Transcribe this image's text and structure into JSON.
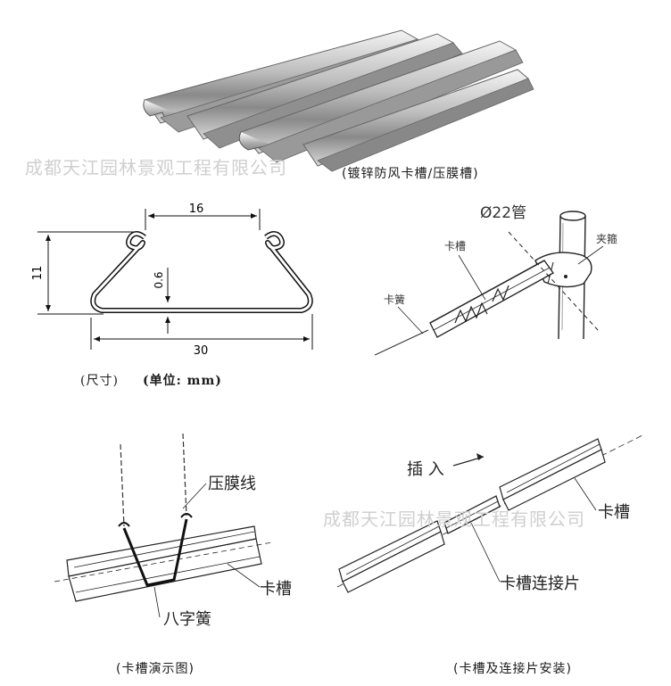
{
  "top_photo": {
    "caption": "(镀锌防风卡槽/压膜槽)"
  },
  "watermarks": {
    "top": "成都天江园林景观工程有限公司",
    "middle": "成都天江园林景观工程有限公司"
  },
  "section_drawing": {
    "dim_width_top": "16",
    "dim_height": "11",
    "dim_thickness": "0.6",
    "dim_width_bottom": "30",
    "caption_size": "(尺寸)",
    "caption_unit": "(单位: mm)"
  },
  "pipe_diagram": {
    "pipe_label": "Ø22管",
    "slot_label": "卡槽",
    "clamp_label": "夹箍",
    "spring_label": "卡簧"
  },
  "demo_diagram": {
    "film_label": "压膜线",
    "slot_label": "卡槽",
    "spring_label": "八字簧",
    "caption": "(卡槽演示图)"
  },
  "install_diagram": {
    "insert_label": "插 入",
    "slot_label": "卡槽",
    "connector_label": "卡槽连接片",
    "caption": "(卡槽及连接片安装)"
  }
}
